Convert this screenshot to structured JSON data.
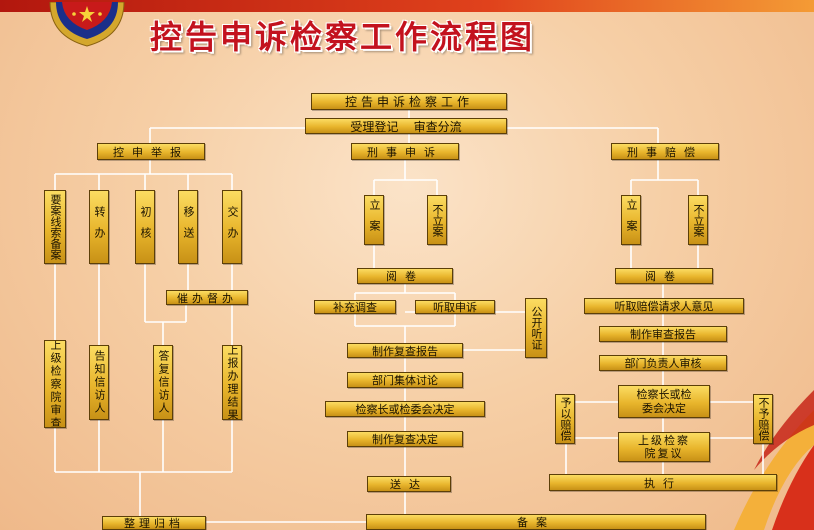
{
  "header": {
    "title": "控告申诉检察工作流程图"
  },
  "colors": {
    "title_red": "#c3121e",
    "box_gold": "#e8b52c",
    "line": "#ffffff"
  },
  "boxes": {
    "root": "控告申诉检察工作",
    "accept": "受理登记    审查分流",
    "branch_kongshen": "控申举报",
    "branch_xingshi": "刑事申诉",
    "branch_peichang": "刑事赔偿",
    "col_yaoan": "要案线索备案",
    "col_zhuan": "转办",
    "col_chu": "初核",
    "col_yi": "移送",
    "col_jiao": "交办",
    "cuiban": "催办督办",
    "shangji_shencha": "上级检察院审查",
    "gaozhi": "告知信访人",
    "dafu": "答复信访人",
    "shangbao": "上报办理结果",
    "li_an": "立案",
    "buli_an": "不立案",
    "yuejuan": "阅卷",
    "buchong": "补充调查",
    "tingqu": "听取申诉",
    "gongkai": "公开听证",
    "zhizuo_fucha": "制作复查报告",
    "bumen_taolun": "部门集体讨论",
    "jueding": "检察长或检委会决定",
    "fucha_jueding": "制作复查决定",
    "songda": "送达",
    "li_an_pc": "立案",
    "buli_an_pc": "不立案",
    "yuejuan_pc": "阅卷",
    "tingqu_pc": "听取赔偿请求人意见",
    "shencha_baogao": "制作审查报告",
    "fuzeren": "部门负责人审核",
    "jcz_pc": "检察长或检委会决定",
    "yuyi": "予以赔偿",
    "buyu": "不予赔偿",
    "shangji_fuyi": "上级检察院复议",
    "zhixing": "执行",
    "guidang": "整理归档",
    "bei_an": "备案"
  }
}
